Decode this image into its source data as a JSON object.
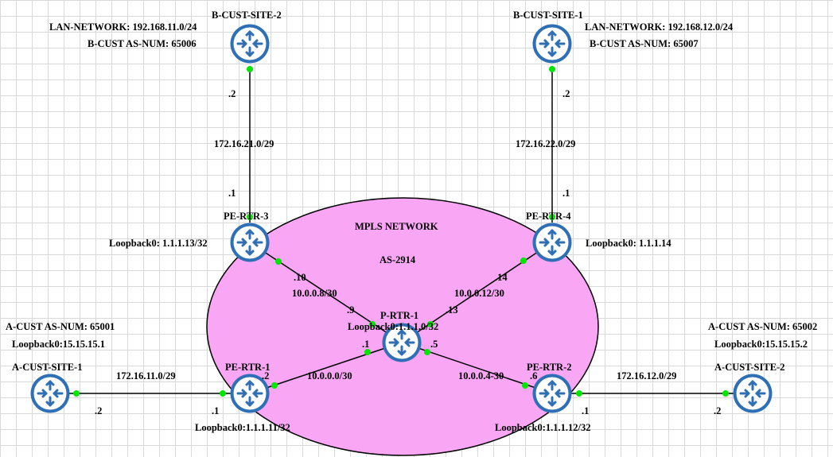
{
  "colors": {
    "mpls_fill": "#f9a6f5",
    "router_blue": "#2e6fb5",
    "port_green": "#00e600",
    "link": "#000000"
  },
  "diagram": {
    "mpls": {
      "title": "MPLS NETWORK",
      "as": "AS-2914"
    },
    "routers": {
      "b_cust_site_2": {
        "name": "B-CUST-SITE-2",
        "icon": "router-icon"
      },
      "b_cust_site_1": {
        "name": "B-CUST-SITE-1",
        "icon": "router-icon"
      },
      "pe_rtr_3": {
        "name": "PE-RTR-3",
        "loopback": "Loopback0: 1.1.1.13/32",
        "icon": "router-icon"
      },
      "pe_rtr_4": {
        "name": "PE-RTR-4",
        "loopback": "Loopback0: 1.1.1.14",
        "icon": "router-icon"
      },
      "p_rtr_1": {
        "name": "P-RTR-1",
        "loopback": "Loopback0:1.1.1.0/32",
        "icon": "router-icon"
      },
      "pe_rtr_1": {
        "name": "PE-RTR-1",
        "loopback": "Loopback0:1.1.1.11/32",
        "icon": "router-icon"
      },
      "pe_rtr_2": {
        "name": "PE-RTR-2",
        "loopback": "Loopback0:1.1.1.12/32",
        "icon": "router-icon"
      },
      "a_cust_site_1": {
        "name": "A-CUST-SITE-1",
        "icon": "router-icon"
      },
      "a_cust_site_2": {
        "name": "A-CUST-SITE-2",
        "icon": "router-icon"
      }
    },
    "info": {
      "b_site2_lan": "LAN-NETWORK: 192.168.11.0/24",
      "b_site2_as": "B-CUST AS-NUM: 65006",
      "b_site1_lan": "LAN-NETWORK: 192.168.12.0/24",
      "b_site1_as": "B-CUST AS-NUM: 65007",
      "a_site1_as": "A-CUST AS-NUM: 65001",
      "a_site1_loopback": "Loopback0:15.15.15.1",
      "a_site2_as": "A-CUST AS-NUM: 65002",
      "a_site2_loopback": "Loopback0:15.15.15.2"
    },
    "links": {
      "b2_pe3": {
        "subnet": "172.16.21.0/29",
        "end_a": ".2",
        "end_b": ".1"
      },
      "b1_pe4": {
        "subnet": "172.16.22.0/29",
        "end_a": ".2",
        "end_b": ".1"
      },
      "pe3_p1": {
        "subnet": "10.0.0.8/30",
        "end_a": ".10",
        "end_b": ".9"
      },
      "pe4_p1": {
        "subnet": "10.0.0.12/30",
        "end_a": ".14",
        "end_b": ".13"
      },
      "pe1_p1": {
        "subnet": "10.0.0.0/30",
        "end_a": ".2",
        "end_b": ".1"
      },
      "pe2_p1": {
        "subnet": "10.0.0.4-30",
        "end_a": ".6",
        "end_b": ".5"
      },
      "a1_pe1": {
        "subnet": "172.16.11.0/29",
        "end_a": ".2",
        "end_b": ".1"
      },
      "a2_pe2": {
        "subnet": "172.16.12.0/29",
        "end_a": ".2",
        "end_b": ".1"
      }
    }
  }
}
